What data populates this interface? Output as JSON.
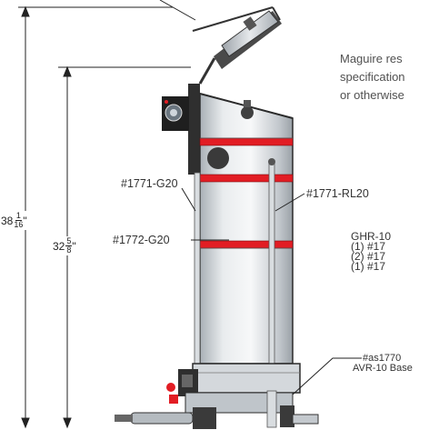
{
  "note": {
    "lines": [
      "Maguire res",
      "specification",
      "or otherwise"
    ]
  },
  "callouts": {
    "g20_right": "#1771-G20",
    "rl20": "#1771-RL20",
    "g20_left": "#1772-G20",
    "base_code": "#as1770",
    "base_name": "AVR-10 Base"
  },
  "parts_list": {
    "title": "GHR-10",
    "items": [
      "(1) #17",
      "(2) #17",
      "(1) #17"
    ]
  },
  "dimensions": {
    "overall": {
      "whole": "38",
      "num": "1",
      "den": "16",
      "unit": "\""
    },
    "body": {
      "whole": "32",
      "num": "5",
      "den": "8",
      "unit": "\""
    }
  },
  "colors": {
    "band": "#e21d24",
    "steel": "#c9ced3",
    "outline": "#2b2b2b",
    "dark": "#3a3a3a"
  }
}
